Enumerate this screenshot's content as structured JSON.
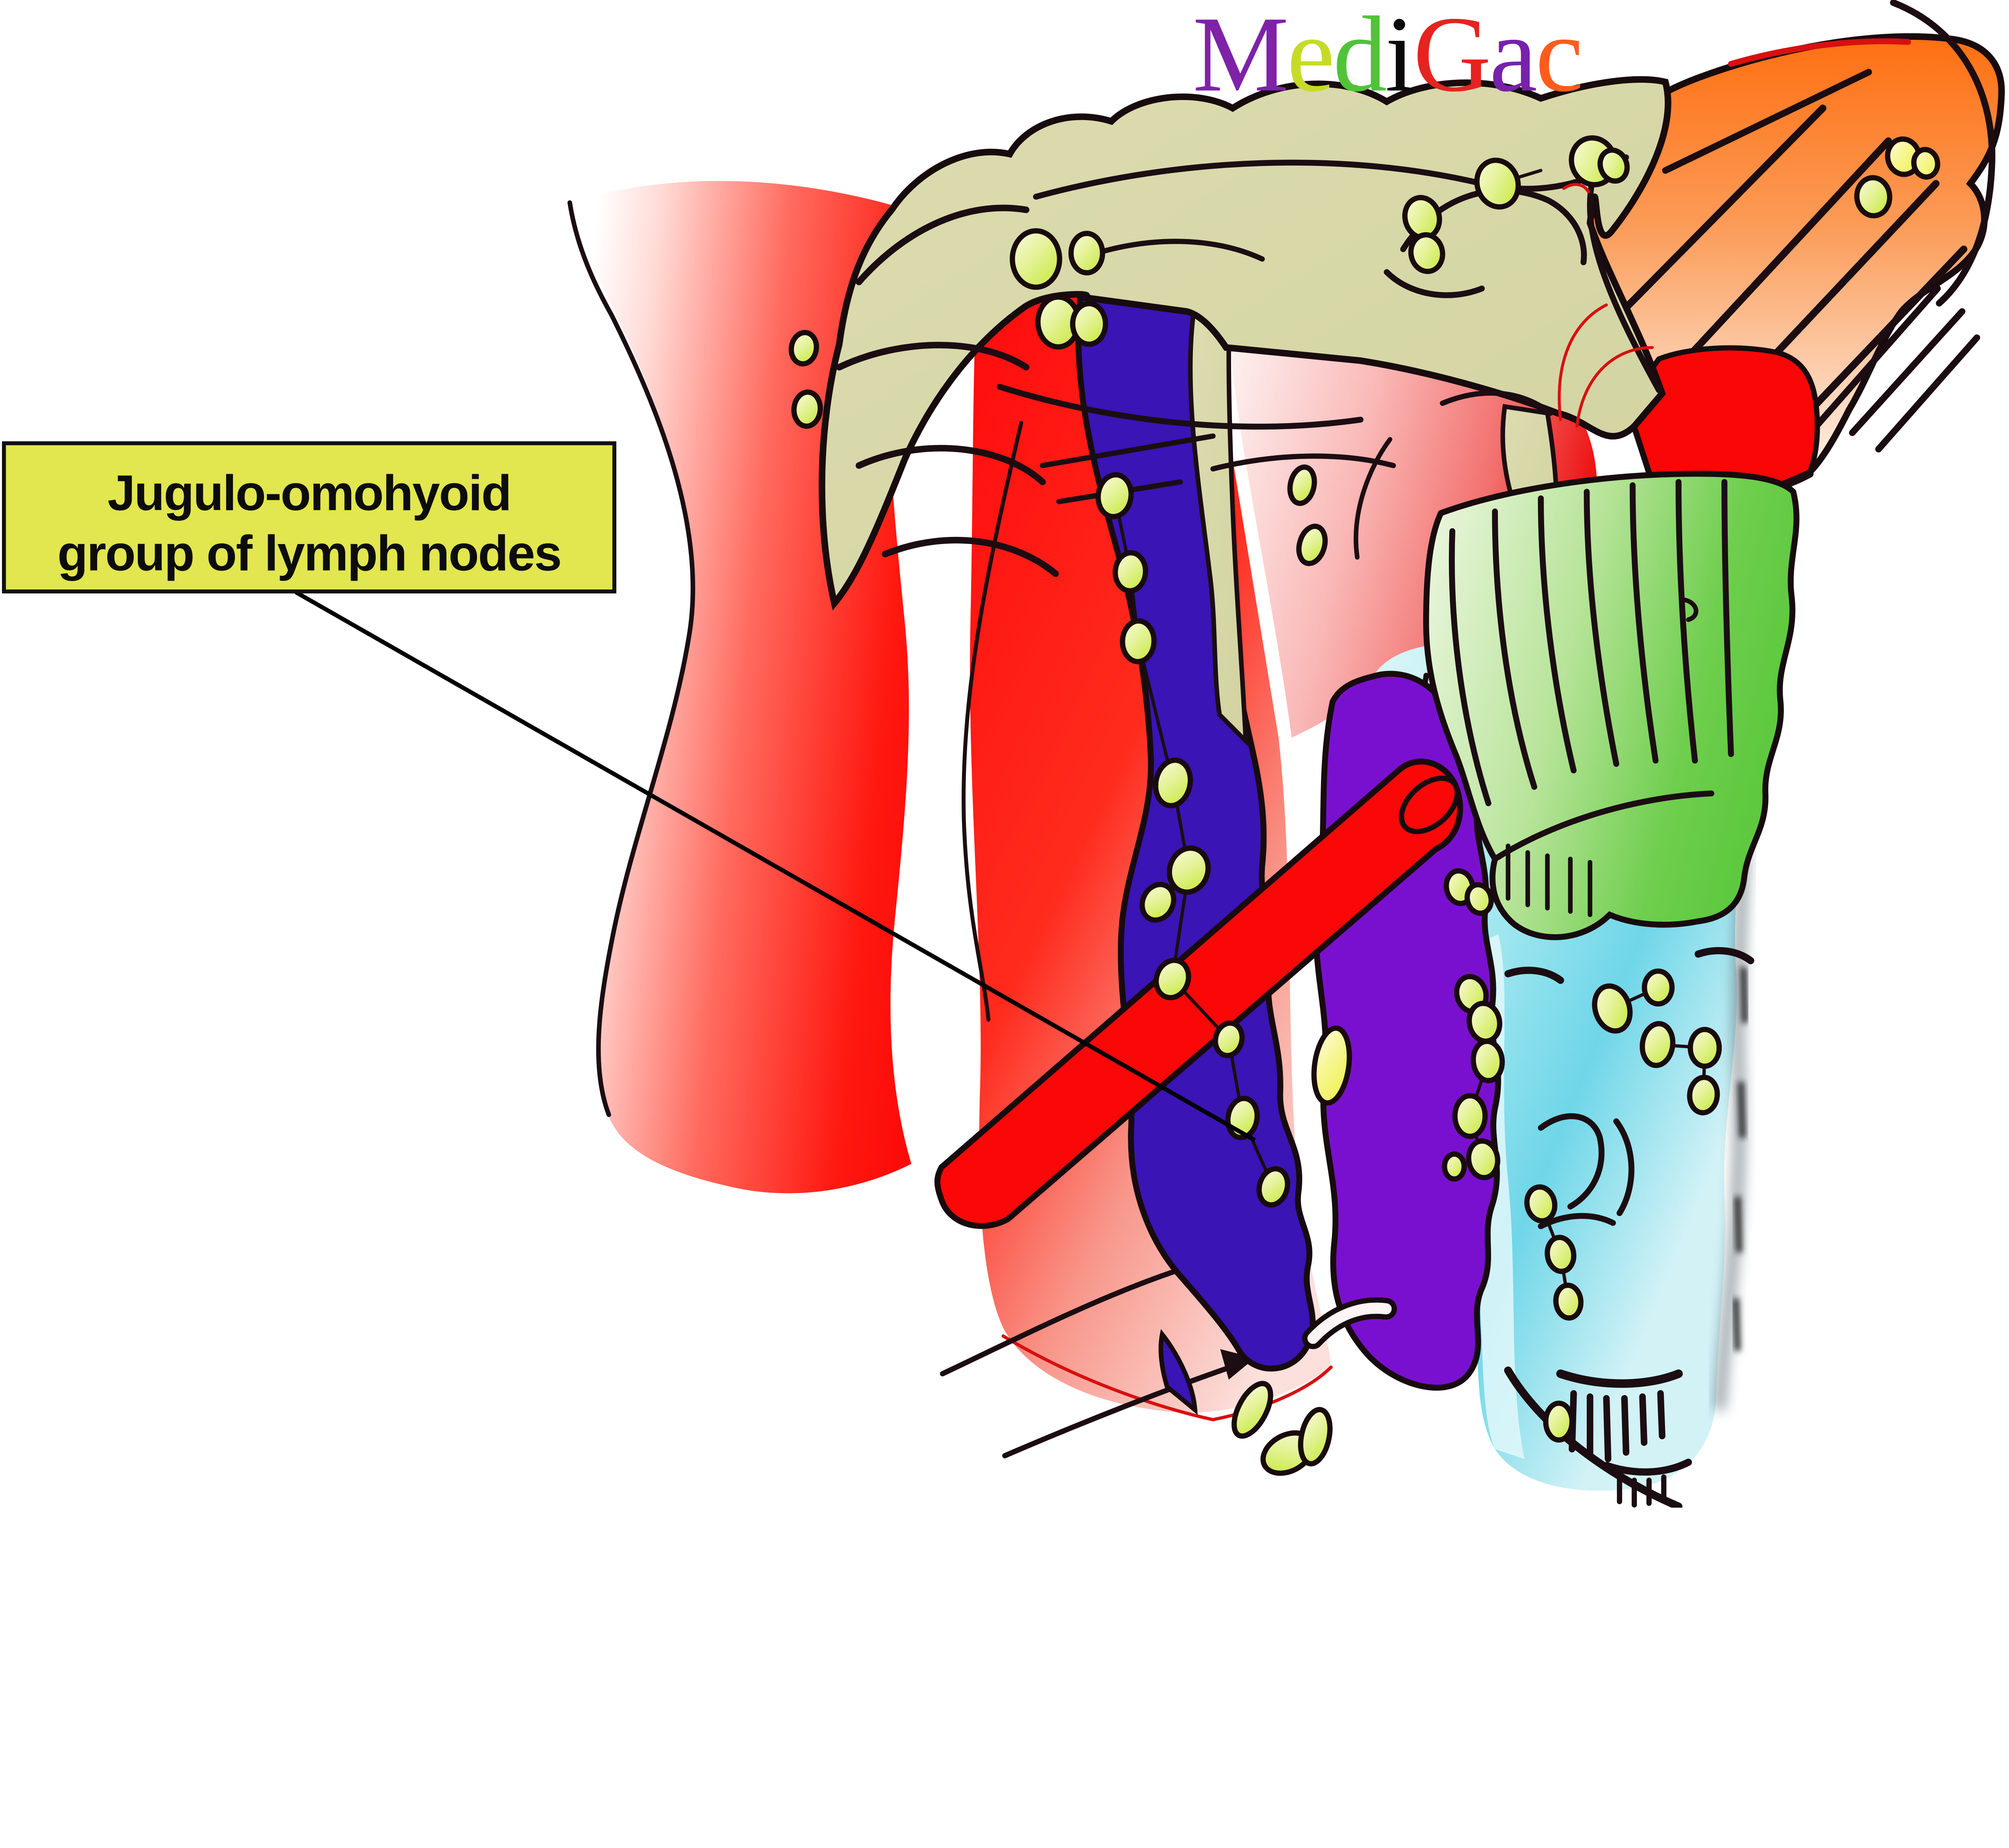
{
  "logo": {
    "text": "MediGac",
    "letters": [
      {
        "char": "M",
        "color": "#7e22a8"
      },
      {
        "char": "e",
        "color": "#c6da28"
      },
      {
        "char": "d",
        "color": "#50c339"
      },
      {
        "char": "i",
        "color": "#0a0a0a"
      },
      {
        "char": "G",
        "color": "#e52320"
      },
      {
        "char": "a",
        "color": "#7722a8"
      },
      {
        "char": "c",
        "color": "#ff5c1c"
      }
    ]
  },
  "label": {
    "line1": "Jugulo-omohyoid",
    "line2": "group of lymph nodes",
    "bg": "#e2e64f",
    "border": "#111111",
    "text_color": "#0c0c0c"
  },
  "palette": {
    "indigo_vein": "#3a14b5",
    "purple_vessel": "#7a10cf",
    "tube_red": "#fb0707",
    "patch_red": "#fb0606",
    "olive": "#d8d9aa",
    "node_stroke": "#190b0d",
    "leader_line": "#000000"
  },
  "illustration": {
    "lymph_nodes": {
      "count": 47,
      "fill_light": "#fafce0",
      "fill_dark": "#c6e93b",
      "nodes": [
        [
          3160,
          790,
          72,
          86,
          0,
          "g"
        ],
        [
          3315,
          772,
          48,
          60,
          0,
          "g"
        ],
        [
          3228,
          982,
          62,
          76,
          0,
          "g"
        ],
        [
          3322,
          988,
          50,
          62,
          0,
          "g"
        ],
        [
          4338,
          664,
          52,
          62,
          -15,
          "g"
        ],
        [
          4352,
          772,
          48,
          56,
          -10,
          "g"
        ],
        [
          4568,
          560,
          62,
          72,
          -18,
          "g"
        ],
        [
          4860,
          492,
          66,
          72,
          -20,
          "g"
        ],
        [
          4922,
          505,
          40,
          48,
          -20,
          "g"
        ],
        [
          5806,
          478,
          48,
          54,
          -10,
          "y"
        ],
        [
          5874,
          498,
          36,
          42,
          -10,
          "y"
        ],
        [
          5714,
          600,
          50,
          58,
          -5,
          "g"
        ],
        [
          2452,
          1062,
          38,
          48,
          10,
          "g"
        ],
        [
          2462,
          1248,
          40,
          52,
          5,
          "g"
        ],
        [
          3972,
          1480,
          36,
          56,
          12,
          "g"
        ],
        [
          4002,
          1662,
          38,
          58,
          16,
          "g"
        ],
        [
          3400,
          1512,
          50,
          64,
          8,
          "g"
        ],
        [
          3448,
          1744,
          46,
          58,
          4,
          "g"
        ],
        [
          3472,
          1956,
          48,
          62,
          2,
          "g"
        ],
        [
          3578,
          2388,
          52,
          70,
          12,
          "g"
        ],
        [
          3626,
          2654,
          58,
          68,
          18,
          "g"
        ],
        [
          3532,
          2752,
          46,
          56,
          26,
          "g"
        ],
        [
          3576,
          2986,
          48,
          58,
          20,
          "g"
        ],
        [
          3748,
          3170,
          40,
          50,
          14,
          "g"
        ],
        [
          3790,
          3410,
          44,
          60,
          10,
          "g"
        ],
        [
          3884,
          3620,
          42,
          56,
          16,
          "g"
        ],
        [
          4062,
          3250,
          52,
          115,
          8,
          "y"
        ],
        [
          4488,
          3032,
          44,
          54,
          -15,
          "g"
        ],
        [
          4528,
          3118,
          46,
          58,
          -10,
          "g"
        ],
        [
          4538,
          3236,
          44,
          60,
          -5,
          "g"
        ],
        [
          4484,
          3404,
          46,
          62,
          0,
          "g"
        ],
        [
          4524,
          3536,
          44,
          56,
          -8,
          "g"
        ],
        [
          4436,
          3558,
          30,
          38,
          0,
          "g"
        ],
        [
          4700,
          3672,
          42,
          52,
          -12,
          "g"
        ],
        [
          4760,
          3826,
          40,
          52,
          -8,
          "g"
        ],
        [
          4784,
          3970,
          38,
          50,
          -5,
          "g"
        ],
        [
          4755,
          4336,
          40,
          56,
          0,
          "g"
        ],
        [
          4918,
          3076,
          52,
          70,
          -18,
          "g"
        ],
        [
          5058,
          3012,
          42,
          50,
          0,
          "g"
        ],
        [
          5056,
          3186,
          46,
          64,
          8,
          "g"
        ],
        [
          5200,
          3196,
          44,
          56,
          0,
          "g"
        ],
        [
          5196,
          3340,
          42,
          54,
          5,
          "g"
        ],
        [
          4452,
          2706,
          40,
          50,
          -10,
          "g"
        ],
        [
          4512,
          2742,
          36,
          44,
          -15,
          "g"
        ],
        [
          3820,
          4300,
          42,
          88,
          28,
          "g"
        ],
        [
          3928,
          4432,
          55,
          80,
          62,
          "g"
        ],
        [
          4012,
          4382,
          42,
          84,
          12,
          "g"
        ]
      ]
    }
  }
}
